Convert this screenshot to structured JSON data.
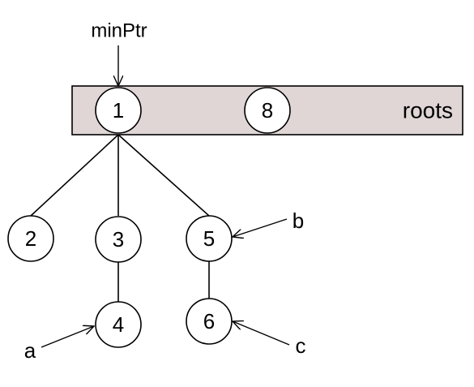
{
  "colors": {
    "roots_band_fill": "#e0d6d6",
    "stroke": "#000000",
    "node_fill": "#ffffff"
  },
  "labels": {
    "min_pointer": "minPtr",
    "roots": "roots",
    "a": "a",
    "b": "b",
    "c": "c"
  },
  "nodes": {
    "n1": "1",
    "n8": "8",
    "n2": "2",
    "n3": "3",
    "n5": "5",
    "n4": "4",
    "n6": "6"
  }
}
